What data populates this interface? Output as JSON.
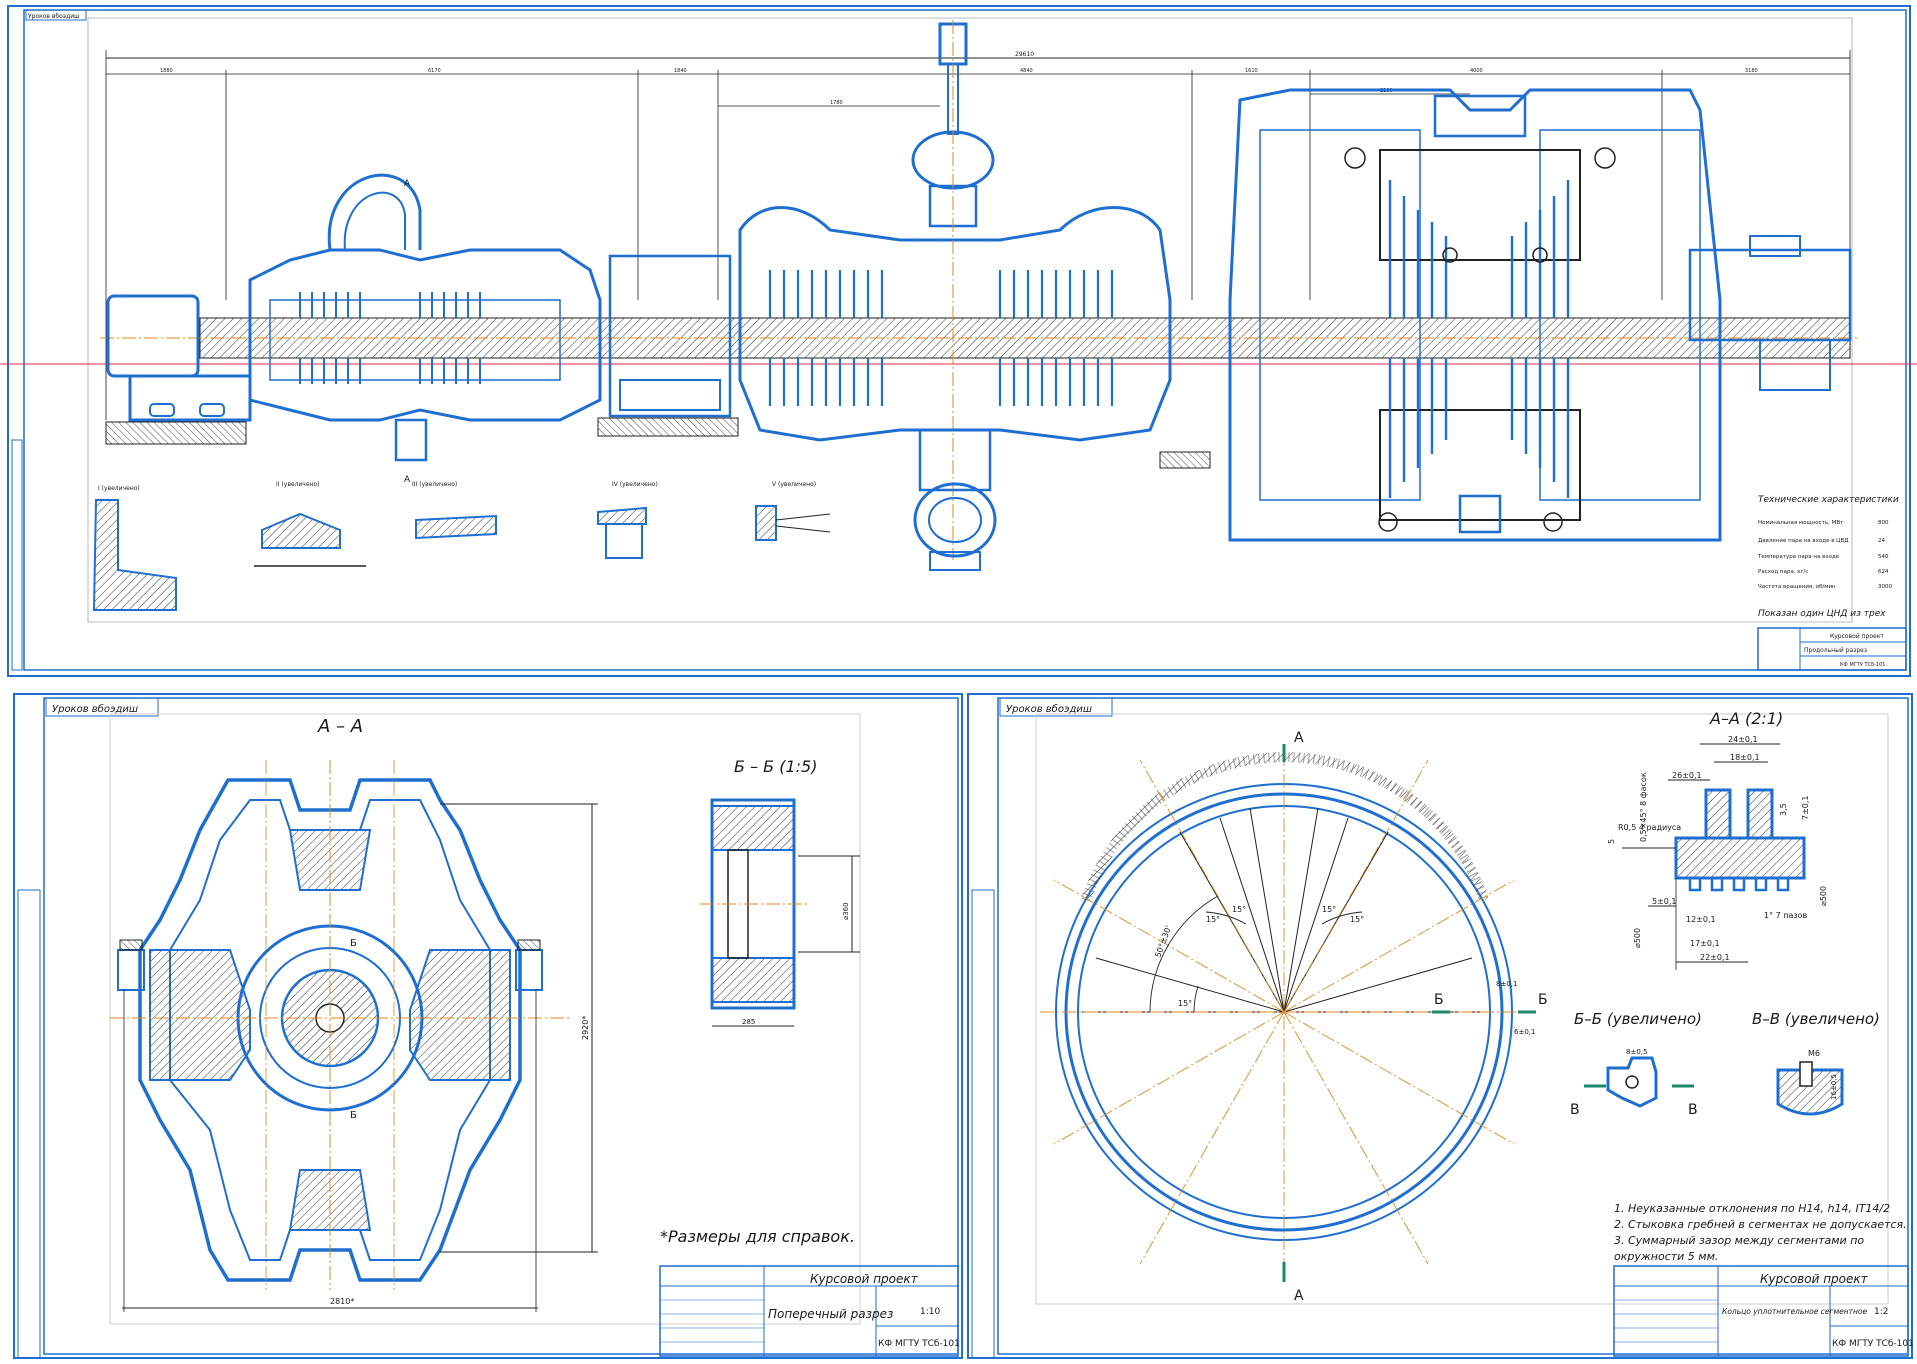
{
  "sheets": {
    "top": {
      "stamp": "Уроков вбоэдиш",
      "overall_dim": "29610",
      "dims": [
        "1880",
        "6170",
        "1840",
        "4840",
        "1610",
        "4000",
        "3180"
      ],
      "dim_1780": "1780",
      "dim_2180": "2180",
      "section_marker": "А",
      "details": [
        "I (увеличено)",
        "II (увеличено)",
        "III (увеличено)",
        "IV (увеличено)",
        "V (увеличено)"
      ],
      "tech_title": "Технические характеристики",
      "tech_rows": [
        {
          "label": "Номинальная мощность, МВт",
          "value": "800"
        },
        {
          "label": "Давление пара на входе в ЦВД",
          "value": "24"
        },
        {
          "label": "Температура пара на входе",
          "value": "540"
        },
        {
          "label": "Расход пара, кг/с",
          "value": "624"
        },
        {
          "label": "Частота вращения, об/мин",
          "value": "3000"
        }
      ],
      "note": "Показан один ЦНД из трех",
      "title_block": [
        "Курсовой проект",
        "Продольный разрез",
        "КФ МГТУ ТСб-101"
      ]
    },
    "left": {
      "stamp": "Уроков вбоэдиш",
      "section_title": "А – А",
      "section2_title": "Б – Б (1:5)",
      "dim_height": "2920*",
      "dim_width": "2810*",
      "dim_bb_d": "⌀360",
      "dim_bb_w": "285",
      "marker_b": "Б",
      "note": "*Размеры для справок.",
      "tb_title": "Курсовой проект",
      "tb_name": "Поперечный разрез",
      "tb_scale": "1:10",
      "tb_org": "КФ МГТУ ТСб-101"
    },
    "right": {
      "stamp": "Уроков вбоэдиш",
      "section_title": "А–А (2:1)",
      "bb_title": "Б–Б (увеличено)",
      "vv_title": "В–В (увеличено)",
      "markers": {
        "a": "А",
        "b": "Б",
        "v": "В"
      },
      "angles": [
        "15°",
        "15°",
        "15°",
        "15°",
        "15°"
      ],
      "arc_dim": "50°±30'",
      "dims": [
        "24±0,1",
        "18±0,1",
        "26±0,1",
        "0,5×45°  8 фасок",
        "R0,5  4 радиуса",
        "3,5",
        "7±0,1",
        "5",
        "5±0,1",
        "12±0,1",
        "17±0,1",
        "22±0,1",
        "⌀500",
        "⌀500",
        "1° 7 пазов",
        "8±0,1",
        "6±0,1",
        "8±0,5",
        "М6",
        "16±0,5"
      ],
      "notes": [
        "1. Неуказанные отклонения по H14, h14, IT14/2",
        "2. Стыковка гребней в сегментах не допускается.",
        "3. Суммарный зазор между сегментами по",
        "    окружности 5 мм."
      ],
      "tb_title": "Курсовой проект",
      "tb_name": "Кольцо уплотнительное сегментное",
      "tb_scale": "1:2",
      "tb_org": "КФ МГТУ ТСб-101"
    }
  }
}
